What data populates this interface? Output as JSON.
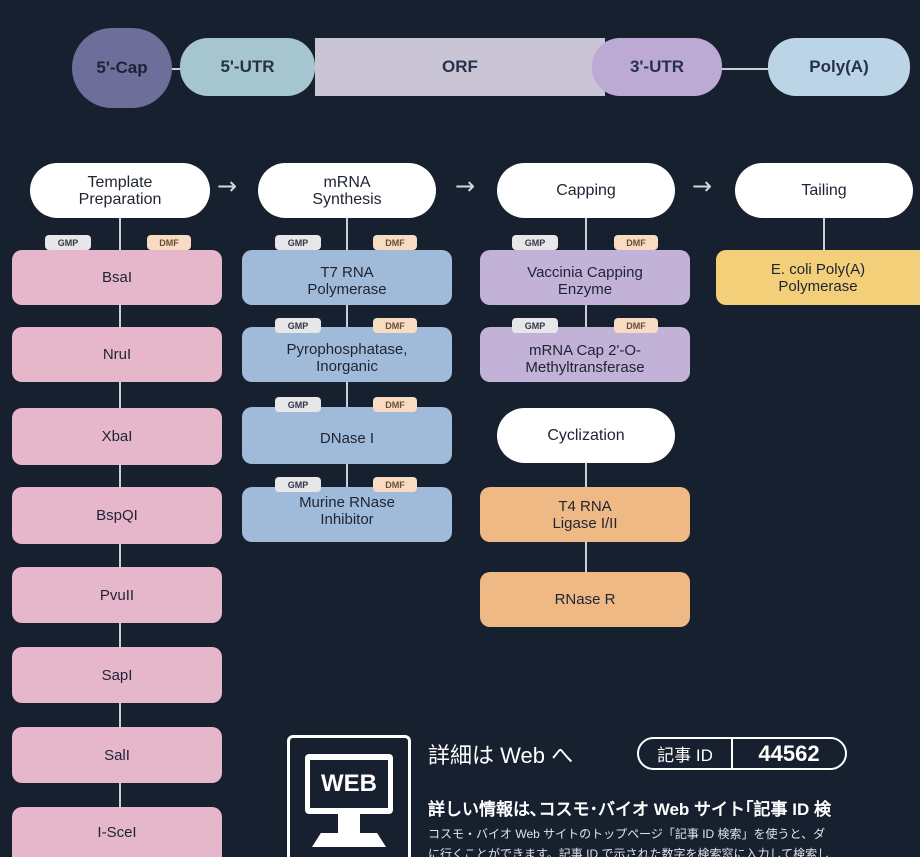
{
  "structure": {
    "cap": "5'-Cap",
    "utr5": "5'-UTR",
    "orf": "ORF",
    "utr3": "3'-UTR",
    "polya": "Poly(A)"
  },
  "steps": {
    "template": "Template Preparation",
    "synthesis": "mRNA Synthesis",
    "capping": "Capping",
    "tailing": "Tailing",
    "cyclization": "Cyclization"
  },
  "tags": {
    "gmp": "GMP",
    "dmf": "DMF"
  },
  "template_enzymes": [
    "BsaI",
    "NruI",
    "XbaI",
    "BspQI",
    "PvuII",
    "SapI",
    "SalI",
    "I-SceI"
  ],
  "synthesis_enzymes": [
    "T7 RNA Polymerase",
    "Pyrophosphatase, Inorganic",
    "DNase I",
    "Murine RNase Inhibitor"
  ],
  "capping_enzymes": [
    "Vaccinia Capping Enzyme",
    "mRNA Cap 2'-O-Methyltransferase"
  ],
  "tailing_enzymes": [
    "E. coli Poly(A) Polymerase"
  ],
  "cyclization_enzymes": [
    "T4 RNA Ligase I/II",
    "RNase R"
  ],
  "arrow": "→",
  "colors": {
    "background": "#17202f",
    "cap": "#6d6f9a",
    "utr": "#a6c6cf",
    "orf": "#c9c5d4",
    "utr3": "#bcaad4",
    "polya": "#bcd5e6",
    "template": "#e6b7cb",
    "synthesis": "#9fbbd9",
    "capping": "#c2b2d8",
    "tailing": "#f2cf78",
    "cyclization": "#efb985"
  },
  "footer": {
    "icon_label": "WEB",
    "heading": "詳細は Web へ",
    "article_label": "記事 ID",
    "article_id": "44562",
    "subheading": "詳しい情報は､コスモ･バイオ Web サイト｢記事 ID 検",
    "text1": "コスモ・バイオ Web サイトのトップページ「記事 ID 検索」を使うと、ダ",
    "text2": "に行くことができます。記事 ID で示された数字を検索窓に入力して検索し"
  }
}
